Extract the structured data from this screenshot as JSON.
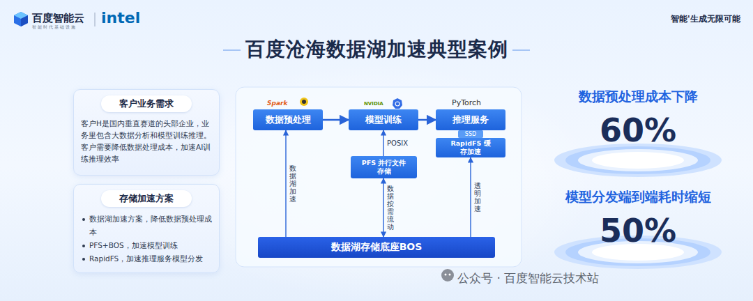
{
  "diagram": {
    "title": "百度沧海数据湖加速典型案例",
    "nodes": [
      {
        "text": [
          "客户业务需求",
          "客户H是国内垂直赛道的头部企业，业务里包含大数据分析和模型训练推理。 客户需要降低数据处理成本，加速AI训练推理效率"
        ]
      },
      {
        "text": [
          "存储加速方案",
          "数据湖加速方案，降低数据预处理成本",
          "PFS+BOS，加速模型训练",
          "RapidFS，加速推理服务模型分发"
        ]
      },
      {
        "text": [
          "数据预处理"
        ]
      },
      {
        "text": [
          "模型训练"
        ]
      },
      {
        "text": [
          "推理服务"
        ]
      },
      {
        "text": [
          "PFS 并行文件存储"
        ]
      },
      {
        "text": [
          "SSD"
        ]
      },
      {
        "text": [
          "RapidFS 缓存加速"
        ]
      },
      {
        "text": [
          "数据湖存储底座BOS"
        ]
      },
      {
        "text": [
          "数据预处理成本下降",
          "60%"
        ]
      },
      {
        "text": [
          "模型分发端到端耗时缩短",
          "50%"
        ]
      }
    ],
    "edges": [
      {
        "from": 2,
        "to": 3,
        "arrow": "to"
      },
      {
        "from": 3,
        "to": 4,
        "arrow": "to"
      },
      {
        "from": 8,
        "to": 2,
        "label": "数据湖加速",
        "arrow": "to"
      },
      {
        "from": 5,
        "to": 3,
        "label": "POSIX",
        "arrow": "to"
      },
      {
        "from": 5,
        "to": 8,
        "label": "数据按需流动",
        "arrow": "both"
      },
      {
        "from": 8,
        "to": 7,
        "label": "透明加速",
        "arrow": "to"
      }
    ],
    "labels": [
      "百度智能云",
      "智能时代基础设施",
      "intel",
      "智能'生成无限可能",
      "Spark",
      "NVIDIA",
      "PyTorch",
      "公众号 · 百度智能云技术站"
    ]
  }
}
